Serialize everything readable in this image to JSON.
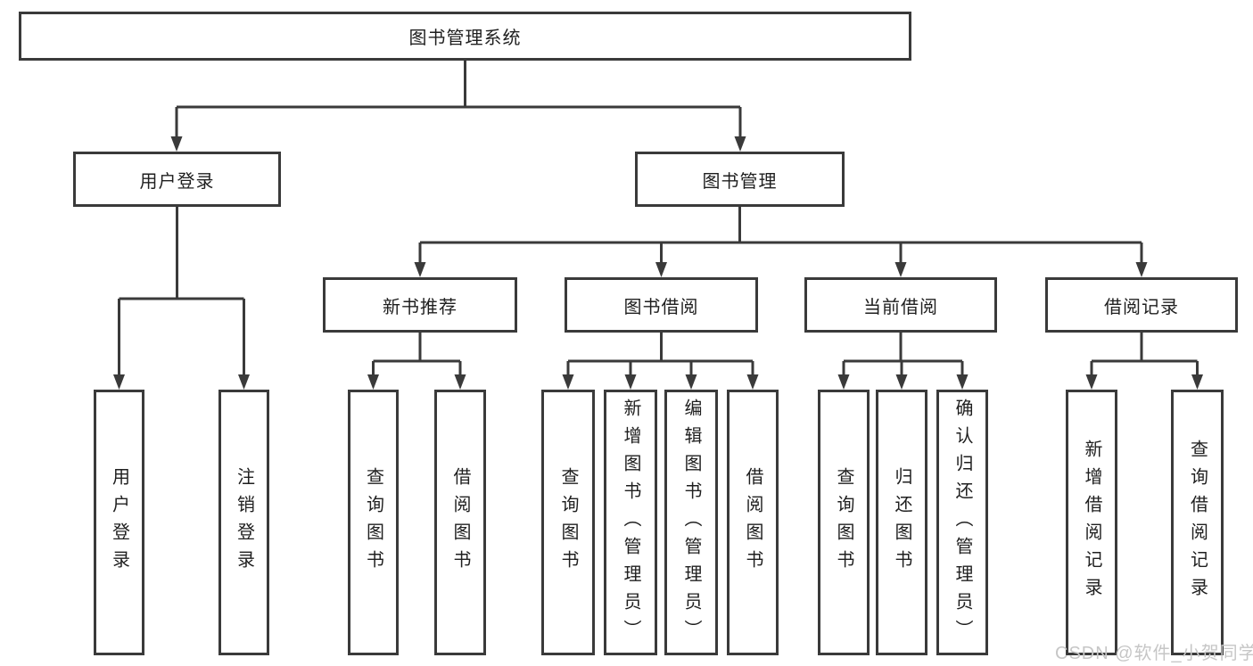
{
  "tree": {
    "root": "图书管理系统",
    "branches": [
      {
        "label": "用户登录",
        "children": [
          "用户登录",
          "注销登录"
        ]
      },
      {
        "label": "图书管理",
        "children": [
          {
            "label": "新书推荐",
            "children": [
              "查询图书",
              "借阅图书"
            ]
          },
          {
            "label": "图书借阅",
            "children": [
              "查询图书",
              "新增图书（管理员）",
              "编辑图书（管理员）",
              "借阅图书"
            ]
          },
          {
            "label": "当前借阅",
            "children": [
              "查询图书",
              "归还图书",
              "确认归还（管理员）"
            ]
          },
          {
            "label": "借阅记录",
            "children": [
              "新增借阅记录",
              "查询借阅记录"
            ]
          }
        ]
      }
    ]
  },
  "watermark": {
    "text": "CSDN @软件_小贺同学"
  },
  "colors": {
    "line": "#3a3a3a",
    "box_border": "#3a3a3a",
    "text": "#1f1f1f",
    "watermark": "#c6c6c6",
    "background": "#ffffff"
  }
}
